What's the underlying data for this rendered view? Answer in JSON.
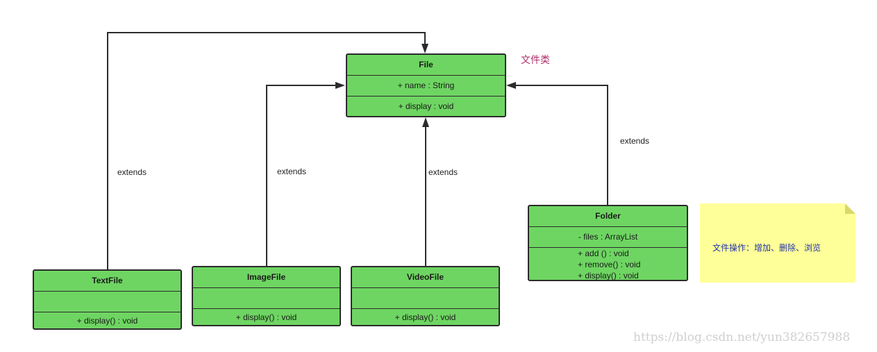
{
  "colors": {
    "class_fill": "#6ed562",
    "class_border": "#2b2b2b",
    "title_label": "#b0306a",
    "note_fill": "#ffff99",
    "note_text": "#2233aa",
    "watermark": "#cfcfcf"
  },
  "title_label": "文件类",
  "classes": {
    "file": {
      "name": "File",
      "attributes": [
        "+ name : String"
      ],
      "methods": [
        "+ display : void"
      ]
    },
    "textfile": {
      "name": "TextFile",
      "attributes": [],
      "methods": [
        "+ display() : void"
      ]
    },
    "imagefile": {
      "name": "ImageFile",
      "attributes": [],
      "methods": [
        "+ display() : void"
      ]
    },
    "videofile": {
      "name": "VideoFile",
      "attributes": [],
      "methods": [
        "+ display() : void"
      ]
    },
    "folder": {
      "name": "Folder",
      "attributes": [
        "- files : ArrayList"
      ],
      "methods": [
        "+ add () : void",
        "+ remove() : void",
        "+ display() : void"
      ]
    }
  },
  "relations": [
    {
      "from": "TextFile",
      "to": "File",
      "label": "extends"
    },
    {
      "from": "ImageFile",
      "to": "File",
      "label": "extends"
    },
    {
      "from": "VideoFile",
      "to": "File",
      "label": "extends"
    },
    {
      "from": "Folder",
      "to": "File",
      "label": "extends"
    }
  ],
  "note": {
    "text": "文件操作：增加、删除、浏览"
  },
  "watermark": "https://blog.csdn.net/yun382657988"
}
